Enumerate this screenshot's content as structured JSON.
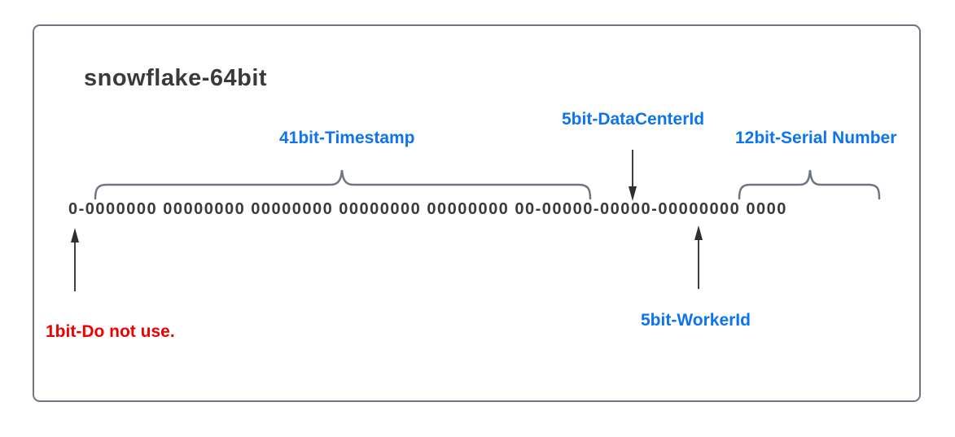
{
  "title": "snowflake-64bit",
  "bit_string": "0-0000000 00000000 00000000 00000000 00000000 00-00000-00000-00000000 0000",
  "labels": {
    "timestamp": "41bit-Timestamp",
    "datacenter": "5bit-DataCenterId",
    "serial": "12bit-Serial Number",
    "worker": "5bit-WorkerId",
    "sign": "1bit-Do not use."
  },
  "structure": {
    "total_bits": 64,
    "segments": [
      {
        "name": "sign",
        "bits": 1,
        "note": "Do not use"
      },
      {
        "name": "timestamp",
        "bits": 41
      },
      {
        "name": "datacenter_id",
        "bits": 5
      },
      {
        "name": "worker_id",
        "bits": 5
      },
      {
        "name": "serial_number",
        "bits": 12
      }
    ]
  },
  "colors": {
    "label_blue": "#0d73ee",
    "warn_red": "#ec0000",
    "text_dark": "#3a3a3a",
    "line_gray": "#6e7580"
  }
}
